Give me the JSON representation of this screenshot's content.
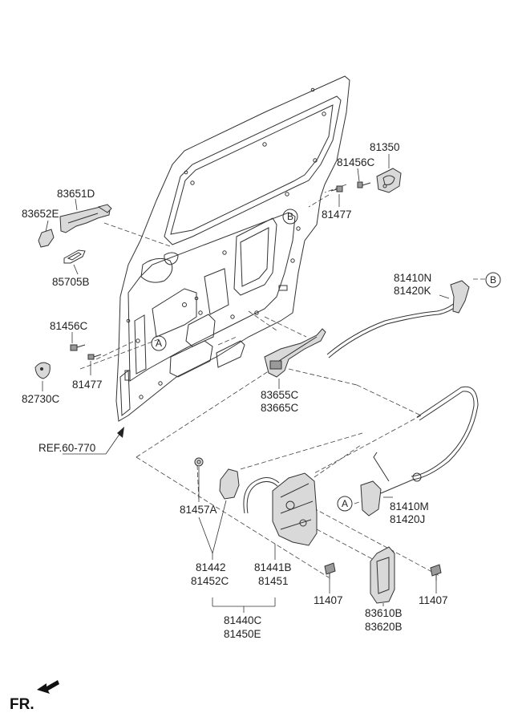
{
  "diagram": {
    "parts": {
      "p83651D": "83651D",
      "p83652E": "83652E",
      "p85705B": "85705B",
      "p81456C_left": "81456C",
      "p82730C": "82730C",
      "p81477_left": "81477",
      "p81350": "81350",
      "p81456C_right": "81456C",
      "p81477_right": "81477",
      "p81410N": "81410N",
      "p81420K": "81420K",
      "p83655C": "83655C",
      "p83665C": "83665C",
      "ref": "REF.60-770",
      "p81457A": "81457A",
      "p81442": "81442",
      "p81452C": "81452C",
      "p81441B": "81441B",
      "p81451": "81451",
      "p81440C": "81440C",
      "p81450E": "81450E",
      "p11407_left": "11407",
      "p83610B": "83610B",
      "p83620B": "83620B",
      "p11407_right": "11407",
      "p81410M": "81410M",
      "p81420J": "81420J"
    },
    "callouts": {
      "a_door": "A",
      "a_lock": "A",
      "b_door": "B",
      "b_cable": "B"
    },
    "orientation": "FR."
  }
}
